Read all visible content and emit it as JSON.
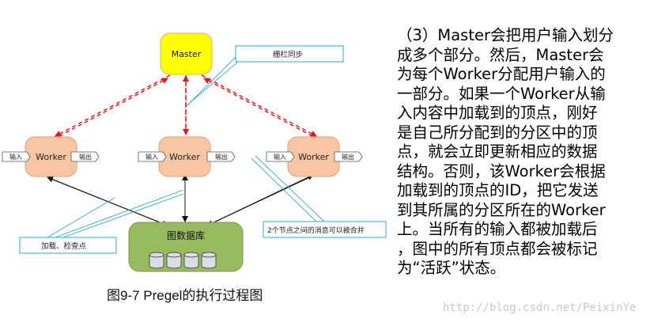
{
  "diagram": {
    "master_label": "Master",
    "worker_label": "Worker",
    "input_tag": "输入",
    "output_tag": "输出",
    "database_label": "图数据库",
    "callout_barrier": "栅栏同步",
    "callout_load": "加载、检查点",
    "callout_messages": "2个节点之间的消息可以被合并"
  },
  "caption": "图9-7 Pregel的执行过程图",
  "paragraph_lines": [
    "（3）Master会把用户输入划分",
    "成多个部分。然后，Master会",
    "为每个Worker分配用户输入的",
    "一部分。如果一个Worker从输",
    "入内容中加载到的顶点，刚好",
    "是自己所分配到的分区中的顶",
    "点，就会立即更新相应的数据",
    "结构。否则，该Worker会根据",
    "加载到的顶点的ID，把它发送",
    "到其所属的分区所在的Worker",
    "上。当所有的输入都被加载后",
    "，图中的所有顶点都会被标记",
    "为“活跃”状态。"
  ],
  "watermark": "http://blog.csdn.net/PeixinYe",
  "colors": {
    "master_fill": "#ffff00",
    "worker_fill": "#f8c6a3",
    "database_fill": "#98bb60",
    "barrier_arrow": "#ee1111",
    "callout_stroke": "#33aacc"
  }
}
